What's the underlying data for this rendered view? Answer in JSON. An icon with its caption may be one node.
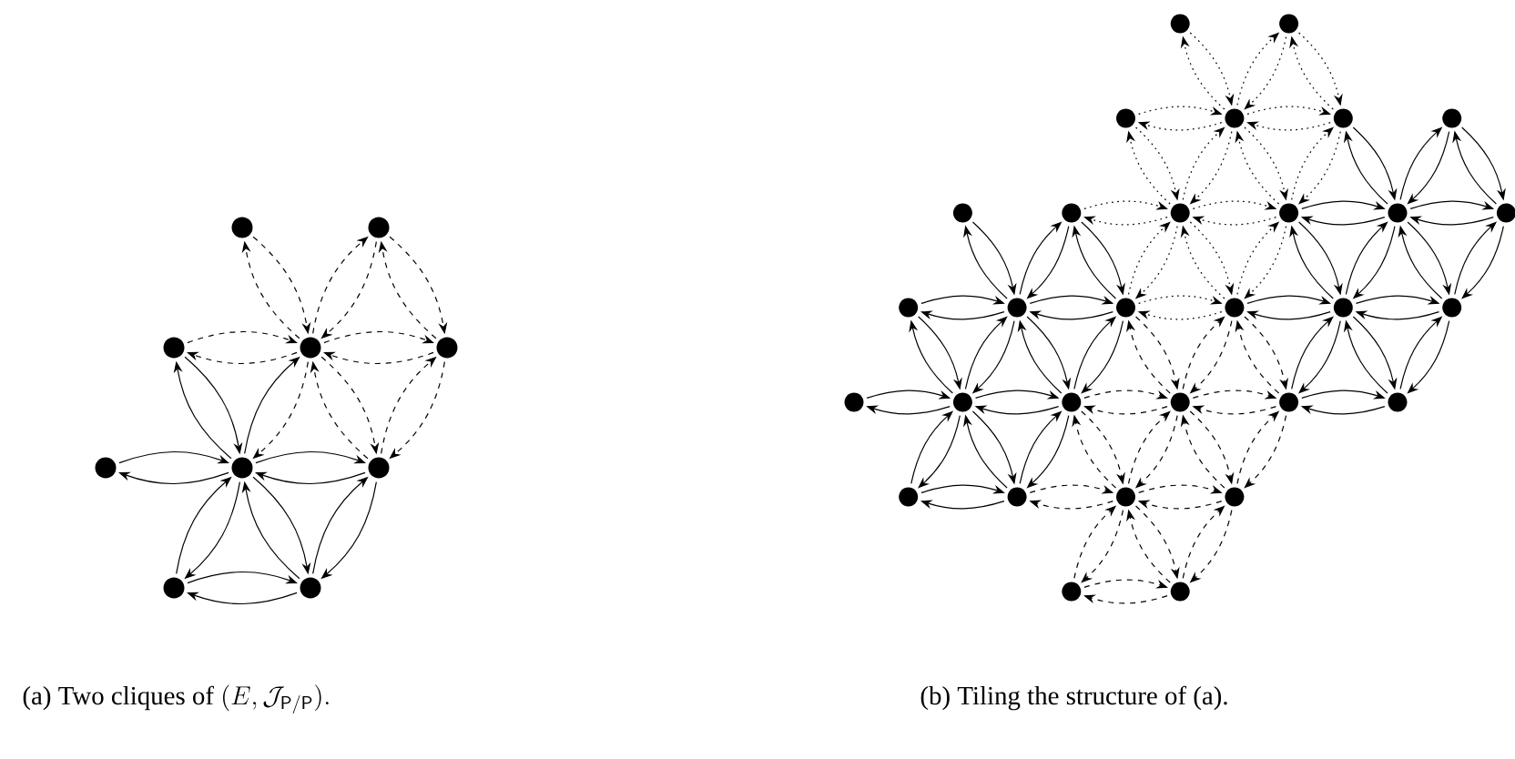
{
  "diagram": {
    "nodes": [
      {
        "text": [],
        "shape": "circle"
      },
      {
        "text": [],
        "shape": "circle"
      },
      {
        "text": [],
        "shape": "circle"
      },
      {
        "text": [],
        "shape": "circle"
      },
      {
        "text": [],
        "shape": "circle"
      },
      {
        "text": [],
        "shape": "circle"
      },
      {
        "text": [],
        "shape": "circle"
      },
      {
        "text": [],
        "shape": "circle"
      },
      {
        "text": [],
        "shape": "circle"
      },
      {
        "text": [],
        "shape": "circle"
      },
      {
        "text": [],
        "shape": "circle"
      },
      {
        "text": [],
        "shape": "circle"
      },
      {
        "text": [],
        "shape": "circle"
      },
      {
        "text": [],
        "shape": "circle"
      },
      {
        "text": [],
        "shape": "circle"
      },
      {
        "text": [],
        "shape": "circle"
      },
      {
        "text": [],
        "shape": "circle"
      },
      {
        "text": [],
        "shape": "circle"
      },
      {
        "text": [],
        "shape": "circle"
      },
      {
        "text": [],
        "shape": "circle"
      },
      {
        "text": [],
        "shape": "circle"
      },
      {
        "text": [],
        "shape": "circle"
      },
      {
        "text": [],
        "shape": "circle"
      },
      {
        "text": [],
        "shape": "circle"
      },
      {
        "text": [],
        "shape": "circle"
      },
      {
        "text": [],
        "shape": "circle"
      },
      {
        "text": [],
        "shape": "circle"
      },
      {
        "text": [],
        "shape": "circle"
      },
      {
        "text": [],
        "shape": "circle"
      },
      {
        "text": [],
        "shape": "circle"
      },
      {
        "text": [],
        "shape": "circle"
      },
      {
        "text": [],
        "shape": "circle"
      },
      {
        "text": [],
        "shape": "circle"
      },
      {
        "text": [],
        "shape": "circle"
      },
      {
        "text": [],
        "shape": "circle"
      },
      {
        "text": [],
        "shape": "circle"
      },
      {
        "text": [],
        "shape": "circle"
      },
      {
        "text": [],
        "shape": "circle"
      },
      {
        "text": [],
        "shape": "circle"
      },
      {
        "text": [],
        "shape": "circle"
      }
    ],
    "edges": [
      {
        "from": 6,
        "to": 2,
        "arrow": "to"
      },
      {
        "from": 2,
        "to": 6,
        "arrow": "to"
      },
      {
        "from": 6,
        "to": 3,
        "arrow": "to"
      },
      {
        "from": 3,
        "to": 6,
        "arrow": "to",
        "style": "dashed"
      },
      {
        "from": 6,
        "to": 5,
        "arrow": "to"
      },
      {
        "from": 5,
        "to": 6,
        "arrow": "to"
      },
      {
        "from": 6,
        "to": 7,
        "arrow": "to"
      },
      {
        "from": 7,
        "to": 6,
        "arrow": "to"
      },
      {
        "from": 6,
        "to": 8,
        "arrow": "to"
      },
      {
        "from": 8,
        "to": 6,
        "arrow": "to"
      },
      {
        "from": 6,
        "to": 9,
        "arrow": "to"
      },
      {
        "from": 9,
        "to": 6,
        "arrow": "to"
      },
      {
        "from": 3,
        "to": 0,
        "arrow": "to",
        "style": "dashed"
      },
      {
        "from": 0,
        "to": 3,
        "arrow": "to",
        "style": "dashed"
      },
      {
        "from": 3,
        "to": 1,
        "arrow": "to",
        "style": "dashed"
      },
      {
        "from": 1,
        "to": 3,
        "arrow": "to",
        "style": "dashed"
      },
      {
        "from": 3,
        "to": 2,
        "arrow": "to",
        "style": "dashed"
      },
      {
        "from": 2,
        "to": 3,
        "arrow": "to",
        "style": "dashed"
      },
      {
        "from": 3,
        "to": 4,
        "arrow": "to",
        "style": "dashed"
      },
      {
        "from": 4,
        "to": 3,
        "arrow": "to",
        "style": "dashed"
      },
      {
        "from": 3,
        "to": 7,
        "arrow": "to",
        "style": "dashed"
      },
      {
        "from": 7,
        "to": 3,
        "arrow": "to",
        "style": "dashed"
      },
      {
        "from": 8,
        "to": 9,
        "arrow": "to"
      },
      {
        "from": 9,
        "to": 8,
        "arrow": "to"
      },
      {
        "from": 9,
        "to": 7,
        "arrow": "to"
      },
      {
        "from": 7,
        "to": 9,
        "arrow": "to"
      },
      {
        "from": 1,
        "to": 4,
        "arrow": "to",
        "style": "dashed"
      },
      {
        "from": 4,
        "to": 1,
        "arrow": "to",
        "style": "dashed"
      },
      {
        "from": 4,
        "to": 7,
        "arrow": "to",
        "style": "dashed"
      },
      {
        "from": 7,
        "to": 4,
        "arrow": "to",
        "style": "dashed"
      },
      {
        "from": 29,
        "to": 22,
        "arrow": "to"
      },
      {
        "from": 22,
        "to": 29,
        "arrow": "to"
      },
      {
        "from": 29,
        "to": 23,
        "arrow": "to"
      },
      {
        "from": 23,
        "to": 29,
        "arrow": "to"
      },
      {
        "from": 29,
        "to": 28,
        "arrow": "to"
      },
      {
        "from": 28,
        "to": 29,
        "arrow": "to"
      },
      {
        "from": 29,
        "to": 30,
        "arrow": "to"
      },
      {
        "from": 30,
        "to": 29,
        "arrow": "to"
      },
      {
        "from": 29,
        "to": 34,
        "arrow": "to"
      },
      {
        "from": 34,
        "to": 29,
        "arrow": "to"
      },
      {
        "from": 29,
        "to": 35,
        "arrow": "to"
      },
      {
        "from": 35,
        "to": 29,
        "arrow": "to"
      },
      {
        "from": 23,
        "to": 16,
        "arrow": "to"
      },
      {
        "from": 16,
        "to": 23,
        "arrow": "to"
      },
      {
        "from": 23,
        "to": 17,
        "arrow": "to"
      },
      {
        "from": 17,
        "to": 23,
        "arrow": "to"
      },
      {
        "from": 23,
        "to": 22,
        "arrow": "to"
      },
      {
        "from": 22,
        "to": 23,
        "arrow": "to"
      },
      {
        "from": 23,
        "to": 24,
        "arrow": "to"
      },
      {
        "from": 24,
        "to": 23,
        "arrow": "to"
      },
      {
        "from": 23,
        "to": 30,
        "arrow": "to"
      },
      {
        "from": 30,
        "to": 23,
        "arrow": "to"
      },
      {
        "from": 34,
        "to": 35,
        "arrow": "to"
      },
      {
        "from": 35,
        "to": 34,
        "arrow": "to"
      },
      {
        "from": 35,
        "to": 30,
        "arrow": "to"
      },
      {
        "from": 30,
        "to": 35,
        "arrow": "to"
      },
      {
        "from": 17,
        "to": 24,
        "arrow": "to"
      },
      {
        "from": 24,
        "to": 17,
        "arrow": "to"
      },
      {
        "from": 24,
        "to": 30,
        "arrow": "to"
      },
      {
        "from": 30,
        "to": 24,
        "arrow": "to"
      },
      {
        "from": 18,
        "to": 12,
        "arrow": "to",
        "style": "dashed"
      },
      {
        "from": 12,
        "to": 18,
        "arrow": "to",
        "style": "dashed"
      },
      {
        "from": 18,
        "to": 13,
        "arrow": "to",
        "style": "dashed"
      },
      {
        "from": 13,
        "to": 18,
        "arrow": "to",
        "style": "dashed"
      },
      {
        "from": 18,
        "to": 17,
        "arrow": "to",
        "style": "dashed"
      },
      {
        "from": 17,
        "to": 18,
        "arrow": "to",
        "style": "dashed"
      },
      {
        "from": 18,
        "to": 19,
        "arrow": "to",
        "style": "dashed"
      },
      {
        "from": 19,
        "to": 18,
        "arrow": "to",
        "style": "dashed"
      },
      {
        "from": 18,
        "to": 24,
        "arrow": "to",
        "style": "dashed"
      },
      {
        "from": 24,
        "to": 18,
        "arrow": "to",
        "style": "dashed"
      },
      {
        "from": 18,
        "to": 25,
        "arrow": "to",
        "style": "dashed"
      },
      {
        "from": 25,
        "to": 18,
        "arrow": "to",
        "style": "dashed"
      },
      {
        "from": 13,
        "to": 10,
        "arrow": "to",
        "style": "dashed"
      },
      {
        "from": 10,
        "to": 13,
        "arrow": "to",
        "style": "dashed"
      },
      {
        "from": 13,
        "to": 11,
        "arrow": "to",
        "style": "dashed"
      },
      {
        "from": 11,
        "to": 13,
        "arrow": "to",
        "style": "dashed"
      },
      {
        "from": 13,
        "to": 12,
        "arrow": "to",
        "style": "dashed"
      },
      {
        "from": 12,
        "to": 13,
        "arrow": "to",
        "style": "dashed"
      },
      {
        "from": 13,
        "to": 14,
        "arrow": "to",
        "style": "dashed"
      },
      {
        "from": 14,
        "to": 13,
        "arrow": "to",
        "style": "dashed"
      },
      {
        "from": 13,
        "to": 19,
        "arrow": "to",
        "style": "dashed"
      },
      {
        "from": 19,
        "to": 13,
        "arrow": "to",
        "style": "dashed"
      },
      {
        "from": 24,
        "to": 25,
        "arrow": "to",
        "style": "dashed"
      },
      {
        "from": 25,
        "to": 24,
        "arrow": "to",
        "style": "dashed"
      },
      {
        "from": 25,
        "to": 19,
        "arrow": "to",
        "style": "dashed"
      },
      {
        "from": 19,
        "to": 25,
        "arrow": "to",
        "style": "dashed"
      },
      {
        "from": 11,
        "to": 14,
        "arrow": "to",
        "style": "dashed"
      },
      {
        "from": 14,
        "to": 11,
        "arrow": "to",
        "style": "dashed"
      },
      {
        "from": 14,
        "to": 19,
        "arrow": "to",
        "style": "dashed"
      },
      {
        "from": 19,
        "to": 14,
        "arrow": "to",
        "style": "dashed"
      },
      {
        "from": 26,
        "to": 19,
        "arrow": "to"
      },
      {
        "from": 19,
        "to": 26,
        "arrow": "to"
      },
      {
        "from": 26,
        "to": 20,
        "arrow": "to"
      },
      {
        "from": 20,
        "to": 26,
        "arrow": "to"
      },
      {
        "from": 26,
        "to": 25,
        "arrow": "to"
      },
      {
        "from": 25,
        "to": 26,
        "arrow": "to"
      },
      {
        "from": 26,
        "to": 27,
        "arrow": "to"
      },
      {
        "from": 27,
        "to": 26,
        "arrow": "to"
      },
      {
        "from": 26,
        "to": 32,
        "arrow": "to"
      },
      {
        "from": 32,
        "to": 26,
        "arrow": "to"
      },
      {
        "from": 26,
        "to": 33,
        "arrow": "to"
      },
      {
        "from": 33,
        "to": 26,
        "arrow": "to"
      },
      {
        "from": 20,
        "to": 14,
        "arrow": "to"
      },
      {
        "from": 14,
        "to": 20,
        "arrow": "to"
      },
      {
        "from": 20,
        "to": 15,
        "arrow": "to"
      },
      {
        "from": 15,
        "to": 20,
        "arrow": "to"
      },
      {
        "from": 20,
        "to": 19,
        "arrow": "to"
      },
      {
        "from": 19,
        "to": 20,
        "arrow": "to"
      },
      {
        "from": 20,
        "to": 21,
        "arrow": "to"
      },
      {
        "from": 21,
        "to": 20,
        "arrow": "to"
      },
      {
        "from": 20,
        "to": 27,
        "arrow": "to"
      },
      {
        "from": 27,
        "to": 20,
        "arrow": "to"
      },
      {
        "from": 32,
        "to": 33,
        "arrow": "to"
      },
      {
        "from": 33,
        "to": 32,
        "arrow": "to"
      },
      {
        "from": 33,
        "to": 27,
        "arrow": "to"
      },
      {
        "from": 27,
        "to": 33,
        "arrow": "to"
      },
      {
        "from": 15,
        "to": 21,
        "arrow": "to"
      },
      {
        "from": 21,
        "to": 15,
        "arrow": "to"
      },
      {
        "from": 21,
        "to": 27,
        "arrow": "to"
      },
      {
        "from": 27,
        "to": 21,
        "arrow": "to"
      },
      {
        "from": 36,
        "to": 30,
        "arrow": "to",
        "style": "dashed"
      },
      {
        "from": 30,
        "to": 36,
        "arrow": "to",
        "style": "dashed"
      },
      {
        "from": 36,
        "to": 31,
        "arrow": "to",
        "style": "dashed"
      },
      {
        "from": 31,
        "to": 36,
        "arrow": "to",
        "style": "dashed"
      },
      {
        "from": 36,
        "to": 35,
        "arrow": "to",
        "style": "dashed"
      },
      {
        "from": 35,
        "to": 36,
        "arrow": "to",
        "style": "dashed"
      },
      {
        "from": 36,
        "to": 37,
        "arrow": "to",
        "style": "dashed"
      },
      {
        "from": 37,
        "to": 36,
        "arrow": "to",
        "style": "dashed"
      },
      {
        "from": 36,
        "to": 38,
        "arrow": "to",
        "style": "dashed"
      },
      {
        "from": 38,
        "to": 36,
        "arrow": "to",
        "style": "dashed"
      },
      {
        "from": 36,
        "to": 39,
        "arrow": "to",
        "style": "dashed"
      },
      {
        "from": 39,
        "to": 36,
        "arrow": "to",
        "style": "dashed"
      },
      {
        "from": 31,
        "to": 24,
        "arrow": "to",
        "style": "dashed"
      },
      {
        "from": 24,
        "to": 31,
        "arrow": "to",
        "style": "dashed"
      },
      {
        "from": 31,
        "to": 25,
        "arrow": "to",
        "style": "dashed"
      },
      {
        "from": 25,
        "to": 31,
        "arrow": "to",
        "style": "dashed"
      },
      {
        "from": 31,
        "to": 30,
        "arrow": "to",
        "style": "dashed"
      },
      {
        "from": 30,
        "to": 31,
        "arrow": "to",
        "style": "dashed"
      },
      {
        "from": 31,
        "to": 32,
        "arrow": "to",
        "style": "dashed"
      },
      {
        "from": 32,
        "to": 31,
        "arrow": "to",
        "style": "dashed"
      },
      {
        "from": 31,
        "to": 37,
        "arrow": "to",
        "style": "dashed"
      },
      {
        "from": 37,
        "to": 31,
        "arrow": "to",
        "style": "dashed"
      },
      {
        "from": 38,
        "to": 39,
        "arrow": "to",
        "style": "dashed"
      },
      {
        "from": 39,
        "to": 38,
        "arrow": "to",
        "style": "dashed"
      },
      {
        "from": 39,
        "to": 37,
        "arrow": "to",
        "style": "dashed"
      },
      {
        "from": 37,
        "to": 39,
        "arrow": "to",
        "style": "dashed"
      },
      {
        "from": 25,
        "to": 32,
        "arrow": "to",
        "style": "dashed"
      },
      {
        "from": 32,
        "to": 25,
        "arrow": "to",
        "style": "dashed"
      },
      {
        "from": 32,
        "to": 37,
        "arrow": "to",
        "style": "dashed"
      },
      {
        "from": 37,
        "to": 32,
        "arrow": "to",
        "style": "dashed"
      }
    ],
    "labels": [
      "(a) Two cliques of",
      "(E,\\mathcal{J}_{\\mathsf{P/P}}).",
      "(b) Tiling the structure of (a)."
    ]
  }
}
